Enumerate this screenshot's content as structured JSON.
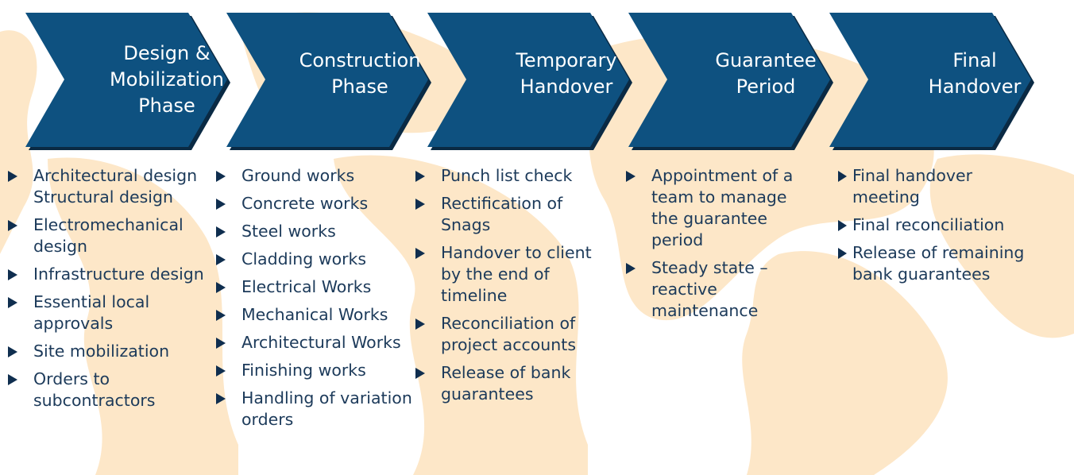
{
  "colors": {
    "chevron_fill": "#0e5180",
    "chevron_shadow": "#0a2a44",
    "background_map": "#fde7c8",
    "text": "#1c3a5a"
  },
  "phases": [
    {
      "title": "Design &\nMobilization\nPhase",
      "items": [
        {
          "text": "Architectural design",
          "bullet": true
        },
        {
          "text": "Structural design",
          "bullet": false
        },
        {
          "text": "Electromechanical design",
          "bullet": true
        },
        {
          "text": "Infrastructure design",
          "bullet": true
        },
        {
          "text": "Essential local approvals",
          "bullet": true
        },
        {
          "text": "Site mobilization",
          "bullet": true
        },
        {
          "text": "Orders to subcontractors",
          "bullet": true
        }
      ]
    },
    {
      "title": "Construction\nPhase",
      "items": [
        {
          "text": "Ground works",
          "bullet": true
        },
        {
          "text": "Concrete works",
          "bullet": true
        },
        {
          "text": "Steel works",
          "bullet": true
        },
        {
          "text": "Cladding works",
          "bullet": true
        },
        {
          "text": "Electrical Works",
          "bullet": true
        },
        {
          "text": "Mechanical Works",
          "bullet": true
        },
        {
          "text": "Architectural Works",
          "bullet": true
        },
        {
          "text": "Finishing works",
          "bullet": true
        },
        {
          "text": "Handling of variation orders",
          "bullet": true
        }
      ]
    },
    {
      "title": "Temporary\nHandover",
      "items": [
        {
          "text": "Punch list check",
          "bullet": true
        },
        {
          "text": "Rectification of Snags",
          "bullet": true
        },
        {
          "text": "Handover to client by the end of timeline",
          "bullet": true
        },
        {
          "text": "Reconciliation of project accounts",
          "bullet": true
        },
        {
          "text": "Release of bank guarantees",
          "bullet": true
        }
      ]
    },
    {
      "title": "Guarantee\nPeriod",
      "items": [
        {
          "text": "Appointment of a team to manage the guarantee period",
          "bullet": true
        },
        {
          "text": "Steady state – reactive maintenance",
          "bullet": true
        }
      ]
    },
    {
      "title": "Final\nHandover",
      "items": [
        {
          "text": "Final handover meeting",
          "bullet": true
        },
        {
          "text": "Final reconciliation",
          "bullet": true
        },
        {
          "text": "Release of remaining bank guarantees",
          "bullet": true
        }
      ]
    }
  ]
}
